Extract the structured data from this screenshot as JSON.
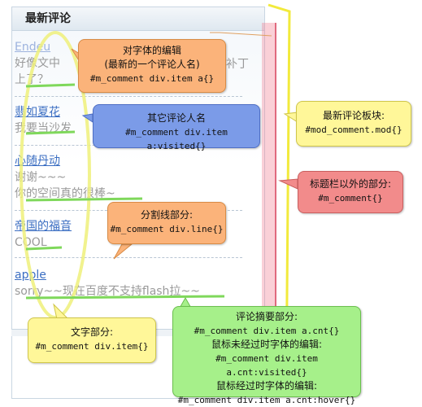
{
  "module": {
    "title": "最新评论",
    "entries": [
      {
        "name": "Endeu",
        "content": "好像文中",
        "content_tail": "补丁",
        "content2": "上了？"
      },
      {
        "name": "翡如夏花",
        "content": "我要当沙发"
      },
      {
        "name": "心随丹动",
        "content": "谢谢~~~",
        "content2": "你的空间真的很棒~"
      },
      {
        "name": "帝国的福音",
        "content": "COOL"
      },
      {
        "name": "apple",
        "content": "sorry~~现在百度不支持flash拉~~"
      }
    ]
  },
  "callouts": {
    "font_edit": {
      "line1": "对字体的编辑",
      "line2": "(最新的一个评论人名)",
      "code": "#m_comment div.item a{}"
    },
    "other_names": {
      "line1": "其它评论人名",
      "code": "#m_comment div.item a:visited{}"
    },
    "mod_block": {
      "line1": "最新评论板块:",
      "code": "#mod_comment.mod{}"
    },
    "non_title": {
      "line1": "标题栏以外的部分:",
      "code": "#m_comment{}"
    },
    "divider": {
      "line1": "分割线部分:",
      "code": "#m_comment div.line{}"
    },
    "text_part": {
      "line1": "文字部分:",
      "code": "#m_comment div.item{}"
    },
    "summary": {
      "line1": "评论摘要部分:",
      "code1": "#m_comment div.item a.cnt{}",
      "line2": "鼠标未经过时字体的编辑:",
      "code2": "#m_comment div.item a.cnt:visited{}",
      "line3": "鼠标经过时字体的编辑:",
      "code3": "#m_comment div.item a.cnt:hover{}"
    }
  },
  "colors": {
    "orange": "#fbb37a",
    "blue": "#7b9be8",
    "yellow": "#fff799",
    "red": "#f28b8b",
    "green": "#a6f08a"
  }
}
